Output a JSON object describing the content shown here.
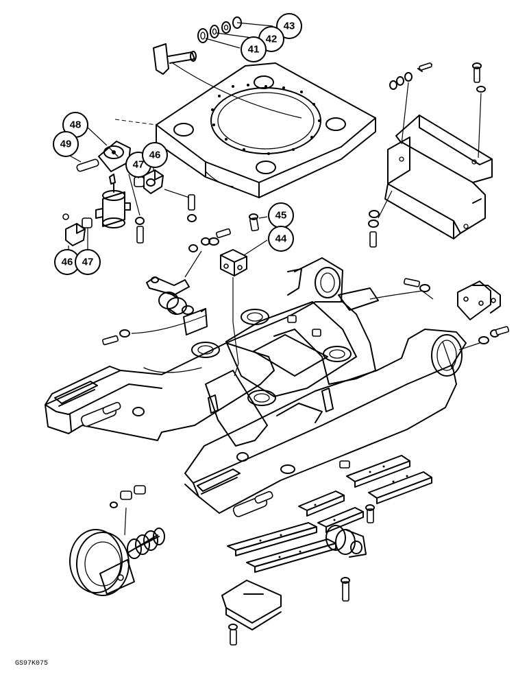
{
  "drawing_id": "GS97K075",
  "callouts": [
    {
      "id": "callout-43",
      "label": "43"
    },
    {
      "id": "callout-42",
      "label": "42"
    },
    {
      "id": "callout-41",
      "label": "41"
    },
    {
      "id": "callout-48",
      "label": "48"
    },
    {
      "id": "callout-49",
      "label": "49"
    },
    {
      "id": "callout-47-top",
      "label": "47"
    },
    {
      "id": "callout-46-top",
      "label": "46"
    },
    {
      "id": "callout-45",
      "label": "45"
    },
    {
      "id": "callout-44",
      "label": "44"
    },
    {
      "id": "callout-46-bottom",
      "label": "46"
    },
    {
      "id": "callout-47-bottom",
      "label": "47"
    }
  ]
}
